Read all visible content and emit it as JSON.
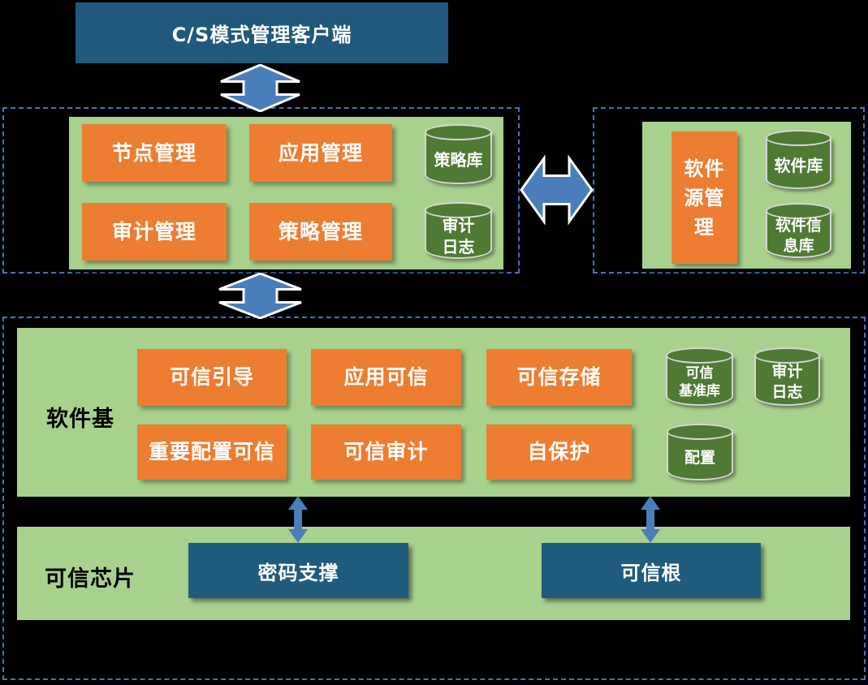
{
  "client": {
    "label": "C/S模式管理客户端"
  },
  "management_region": {
    "modules": [
      "节点管理",
      "应用管理",
      "审计管理",
      "策略管理"
    ],
    "stores": [
      "策略库",
      "审计\n日志"
    ]
  },
  "source_region": {
    "module": "软件\n源管\n理",
    "stores": [
      "软件库",
      "软件信\n息库"
    ]
  },
  "software_base": {
    "label": "软件基",
    "modules": [
      "可信引导",
      "应用可信",
      "可信存储",
      "重要配置可信",
      "可信审计",
      "自保护"
    ],
    "stores": [
      "可信\n基准库",
      "审计\n日志",
      "配置"
    ]
  },
  "trusted_chip": {
    "label": "可信芯片",
    "modules": [
      "密码支撑",
      "可信根"
    ]
  },
  "colors": {
    "background": "#000000",
    "client_box_blue": "#20597B",
    "module_orange": "#ED7D31",
    "panel_light_green": "#A9D18E",
    "store_dark_green": "#4E7A33",
    "chip_box_blue": "#1F5B7D",
    "arrow_blue": "#4A7EBB",
    "dashed_border_blue": "#4472C4"
  }
}
